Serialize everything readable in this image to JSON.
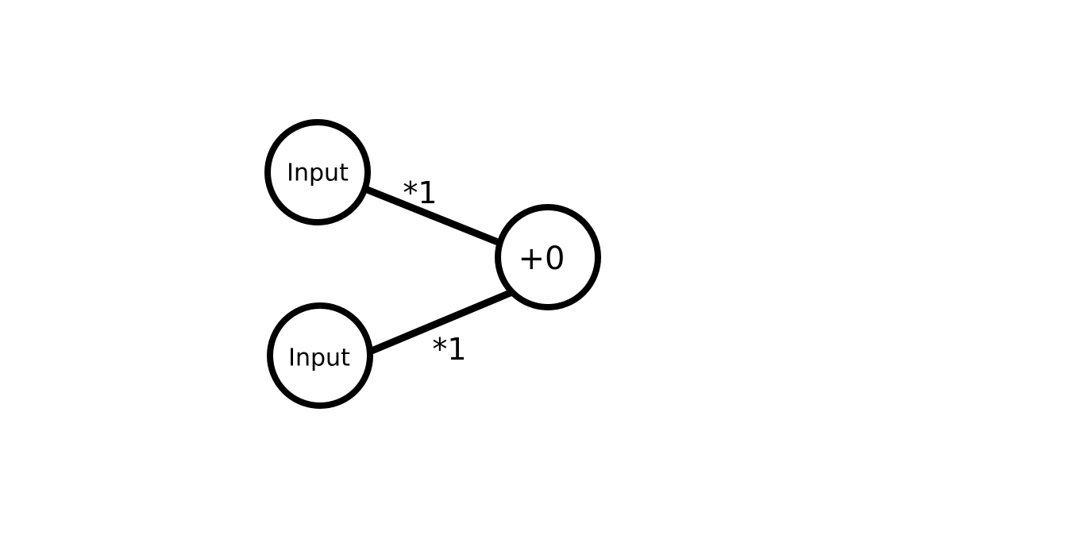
{
  "diagram": {
    "nodes": {
      "input_top": {
        "label": "Input"
      },
      "input_bottom": {
        "label": "Input"
      },
      "output": {
        "label": "+0"
      }
    },
    "edges": {
      "top_weight": "*1",
      "bottom_weight": "*1"
    },
    "colors": {
      "stroke": "#000000",
      "background": "#ffffff"
    }
  }
}
